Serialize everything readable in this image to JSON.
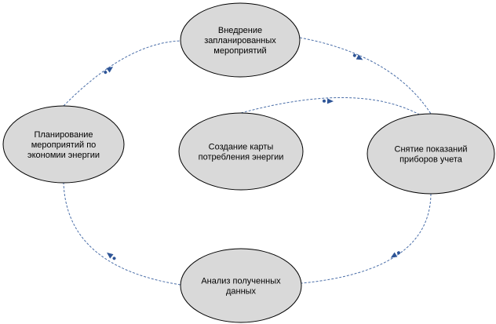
{
  "diagram": {
    "nodes": [
      {
        "id": "implement",
        "lines": [
          "Внедрение",
          "запланированных",
          "мероприятий"
        ]
      },
      {
        "id": "measure",
        "lines": [
          "Снятие показаний",
          "приборов учета"
        ]
      },
      {
        "id": "analyze",
        "lines": [
          "Анализ полученных",
          "данных"
        ]
      },
      {
        "id": "plan",
        "lines": [
          "Планирование",
          "мероприятий по",
          "экономии энергии"
        ]
      },
      {
        "id": "map",
        "lines": [
          "Создание карты",
          "потребления энергии"
        ]
      }
    ],
    "edges": [
      {
        "from": "implement",
        "to": "measure"
      },
      {
        "from": "measure",
        "to": "analyze"
      },
      {
        "from": "analyze",
        "to": "plan"
      },
      {
        "from": "plan",
        "to": "implement"
      },
      {
        "from": "map",
        "to": "measure"
      }
    ],
    "colors": {
      "node_fill": "#d9d9d9",
      "node_stroke": "#000000",
      "edge": "#4a6ea8",
      "arrow": "#2e5597"
    }
  }
}
